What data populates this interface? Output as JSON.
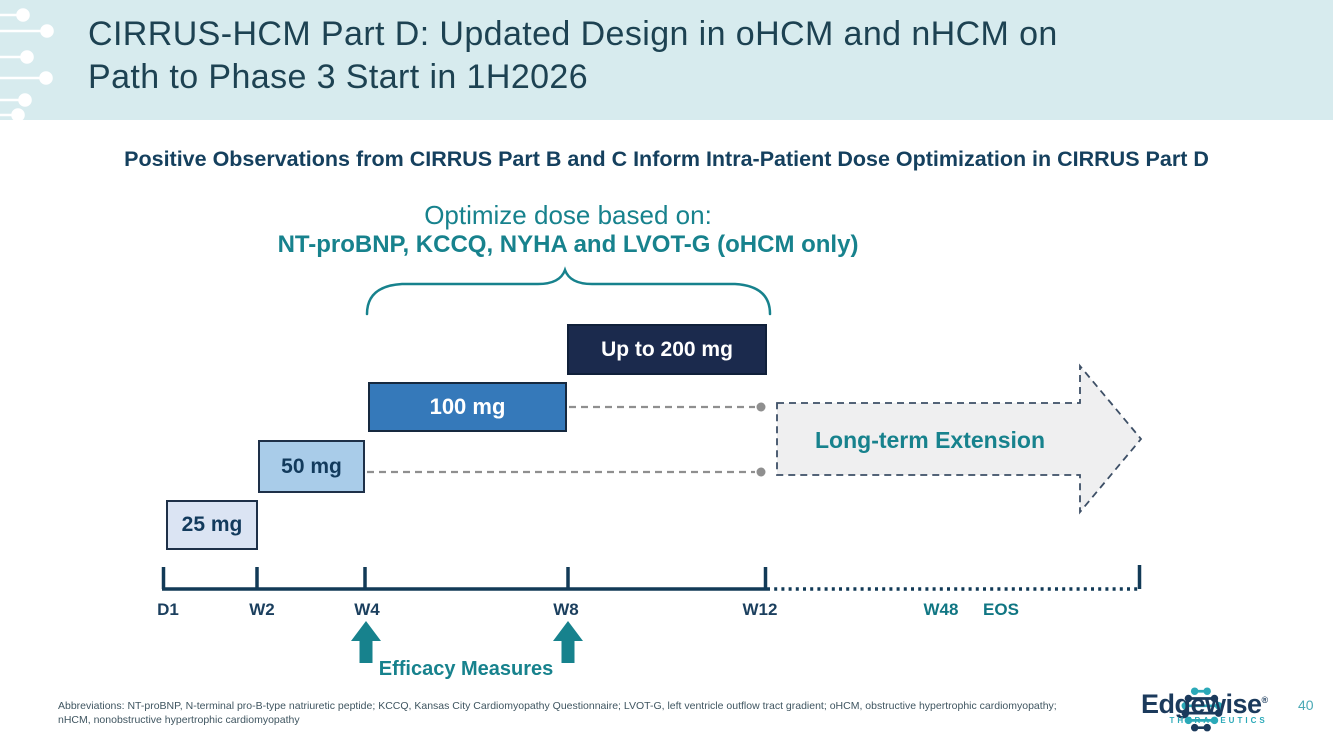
{
  "header": {
    "title_line1": "CIRRUS-HCM Part D: Updated Design in oHCM and nHCM on",
    "title_line2": "Path to Phase 3 Start in 1H2026"
  },
  "subtitle": "Positive Observations from CIRRUS Part B and C Inform Intra-Patient Dose Optimization in CIRRUS Part D",
  "optimize": {
    "line1": "Optimize dose based on:",
    "line2": "NT-proBNP, KCCQ, NYHA and LVOT-G (oHCM only)"
  },
  "doses": [
    {
      "label": "25 mg"
    },
    {
      "label": "50 mg"
    },
    {
      "label": "100 mg"
    },
    {
      "label": "Up to 200 mg"
    }
  ],
  "extension": {
    "label": "Long-term Extension"
  },
  "timeline": {
    "ticks": [
      "D1",
      "W2",
      "W4",
      "W8",
      "W12"
    ],
    "late_labels": [
      "W48",
      "EOS"
    ],
    "efficacy_label": "Efficacy Measures"
  },
  "footnote": "Abbreviations: NT-proBNP, N-terminal pro-B-type natriuretic peptide; KCCQ, Kansas City Cardiomyopathy Questionnaire; LVOT-G, left ventricle outflow tract gradient; oHCM, obstructive hypertrophic cardiomyopathy; nHCM, nonobstructive hypertrophic cardiomyopathy",
  "logo": {
    "brand": "Edgewise",
    "registered": "®",
    "sub": "THERAPEUTICS",
    "page": "40"
  },
  "colors": {
    "header_bg": "#d7ebee",
    "title": "#1d4252",
    "navy": "#15405e",
    "teal": "#17828d",
    "dose_25_fill": "#dbe4f3",
    "dose_50_fill": "#a9cce9",
    "dose_100_fill": "#3579ba",
    "dose_200_fill": "#1b2a4d",
    "extension_fill": "#efeff0",
    "dashed_gray": "#8f8f8f"
  }
}
